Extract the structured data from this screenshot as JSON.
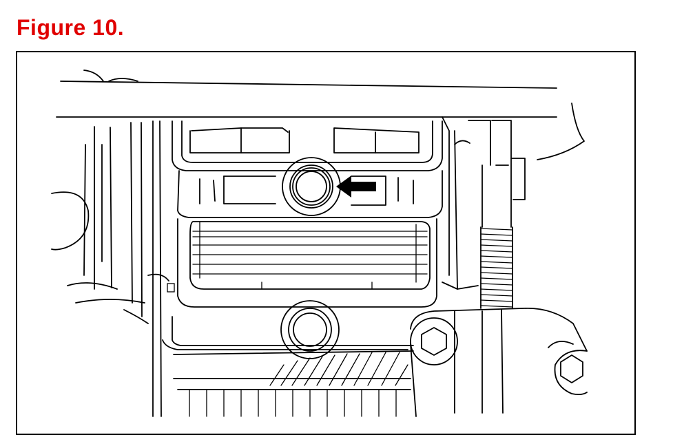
{
  "figure": {
    "title": "Figure 10.",
    "title_color": "#e00000"
  },
  "diagram": {
    "subject": "transmission-oil-pan-plug-illustration",
    "arrow_target": "plug"
  }
}
